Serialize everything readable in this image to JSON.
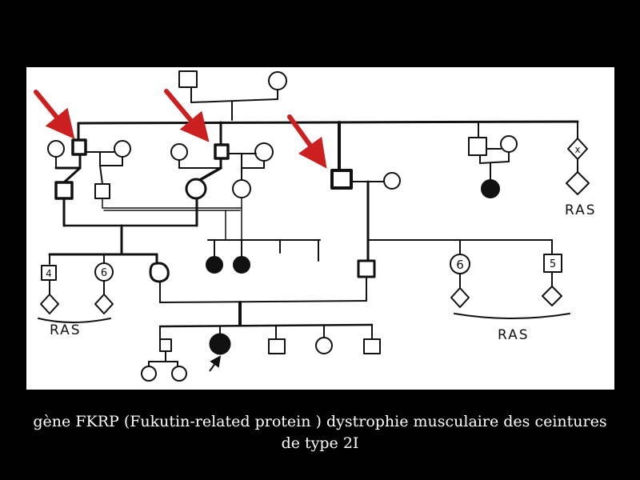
{
  "colors": {
    "background": "#000000",
    "panel": "#ffffff",
    "ink": "#111111",
    "arrow": "#cc1f1f",
    "caption": "#ffffff"
  },
  "pedigree": {
    "labels": {
      "ras": "RAS",
      "sibling_count_4": "4",
      "sibling_count_6a": "6",
      "sibling_count_6b": "6",
      "sibling_count_5": "5",
      "diamond_mark": "x"
    },
    "icons": [
      "red-arrow-icon",
      "proband-arrow-icon"
    ]
  },
  "caption": {
    "line1": "gène FKRP (Fukutin-related protein ) dystrophie musculaire des ceintures",
    "line2": "de type 2I"
  }
}
